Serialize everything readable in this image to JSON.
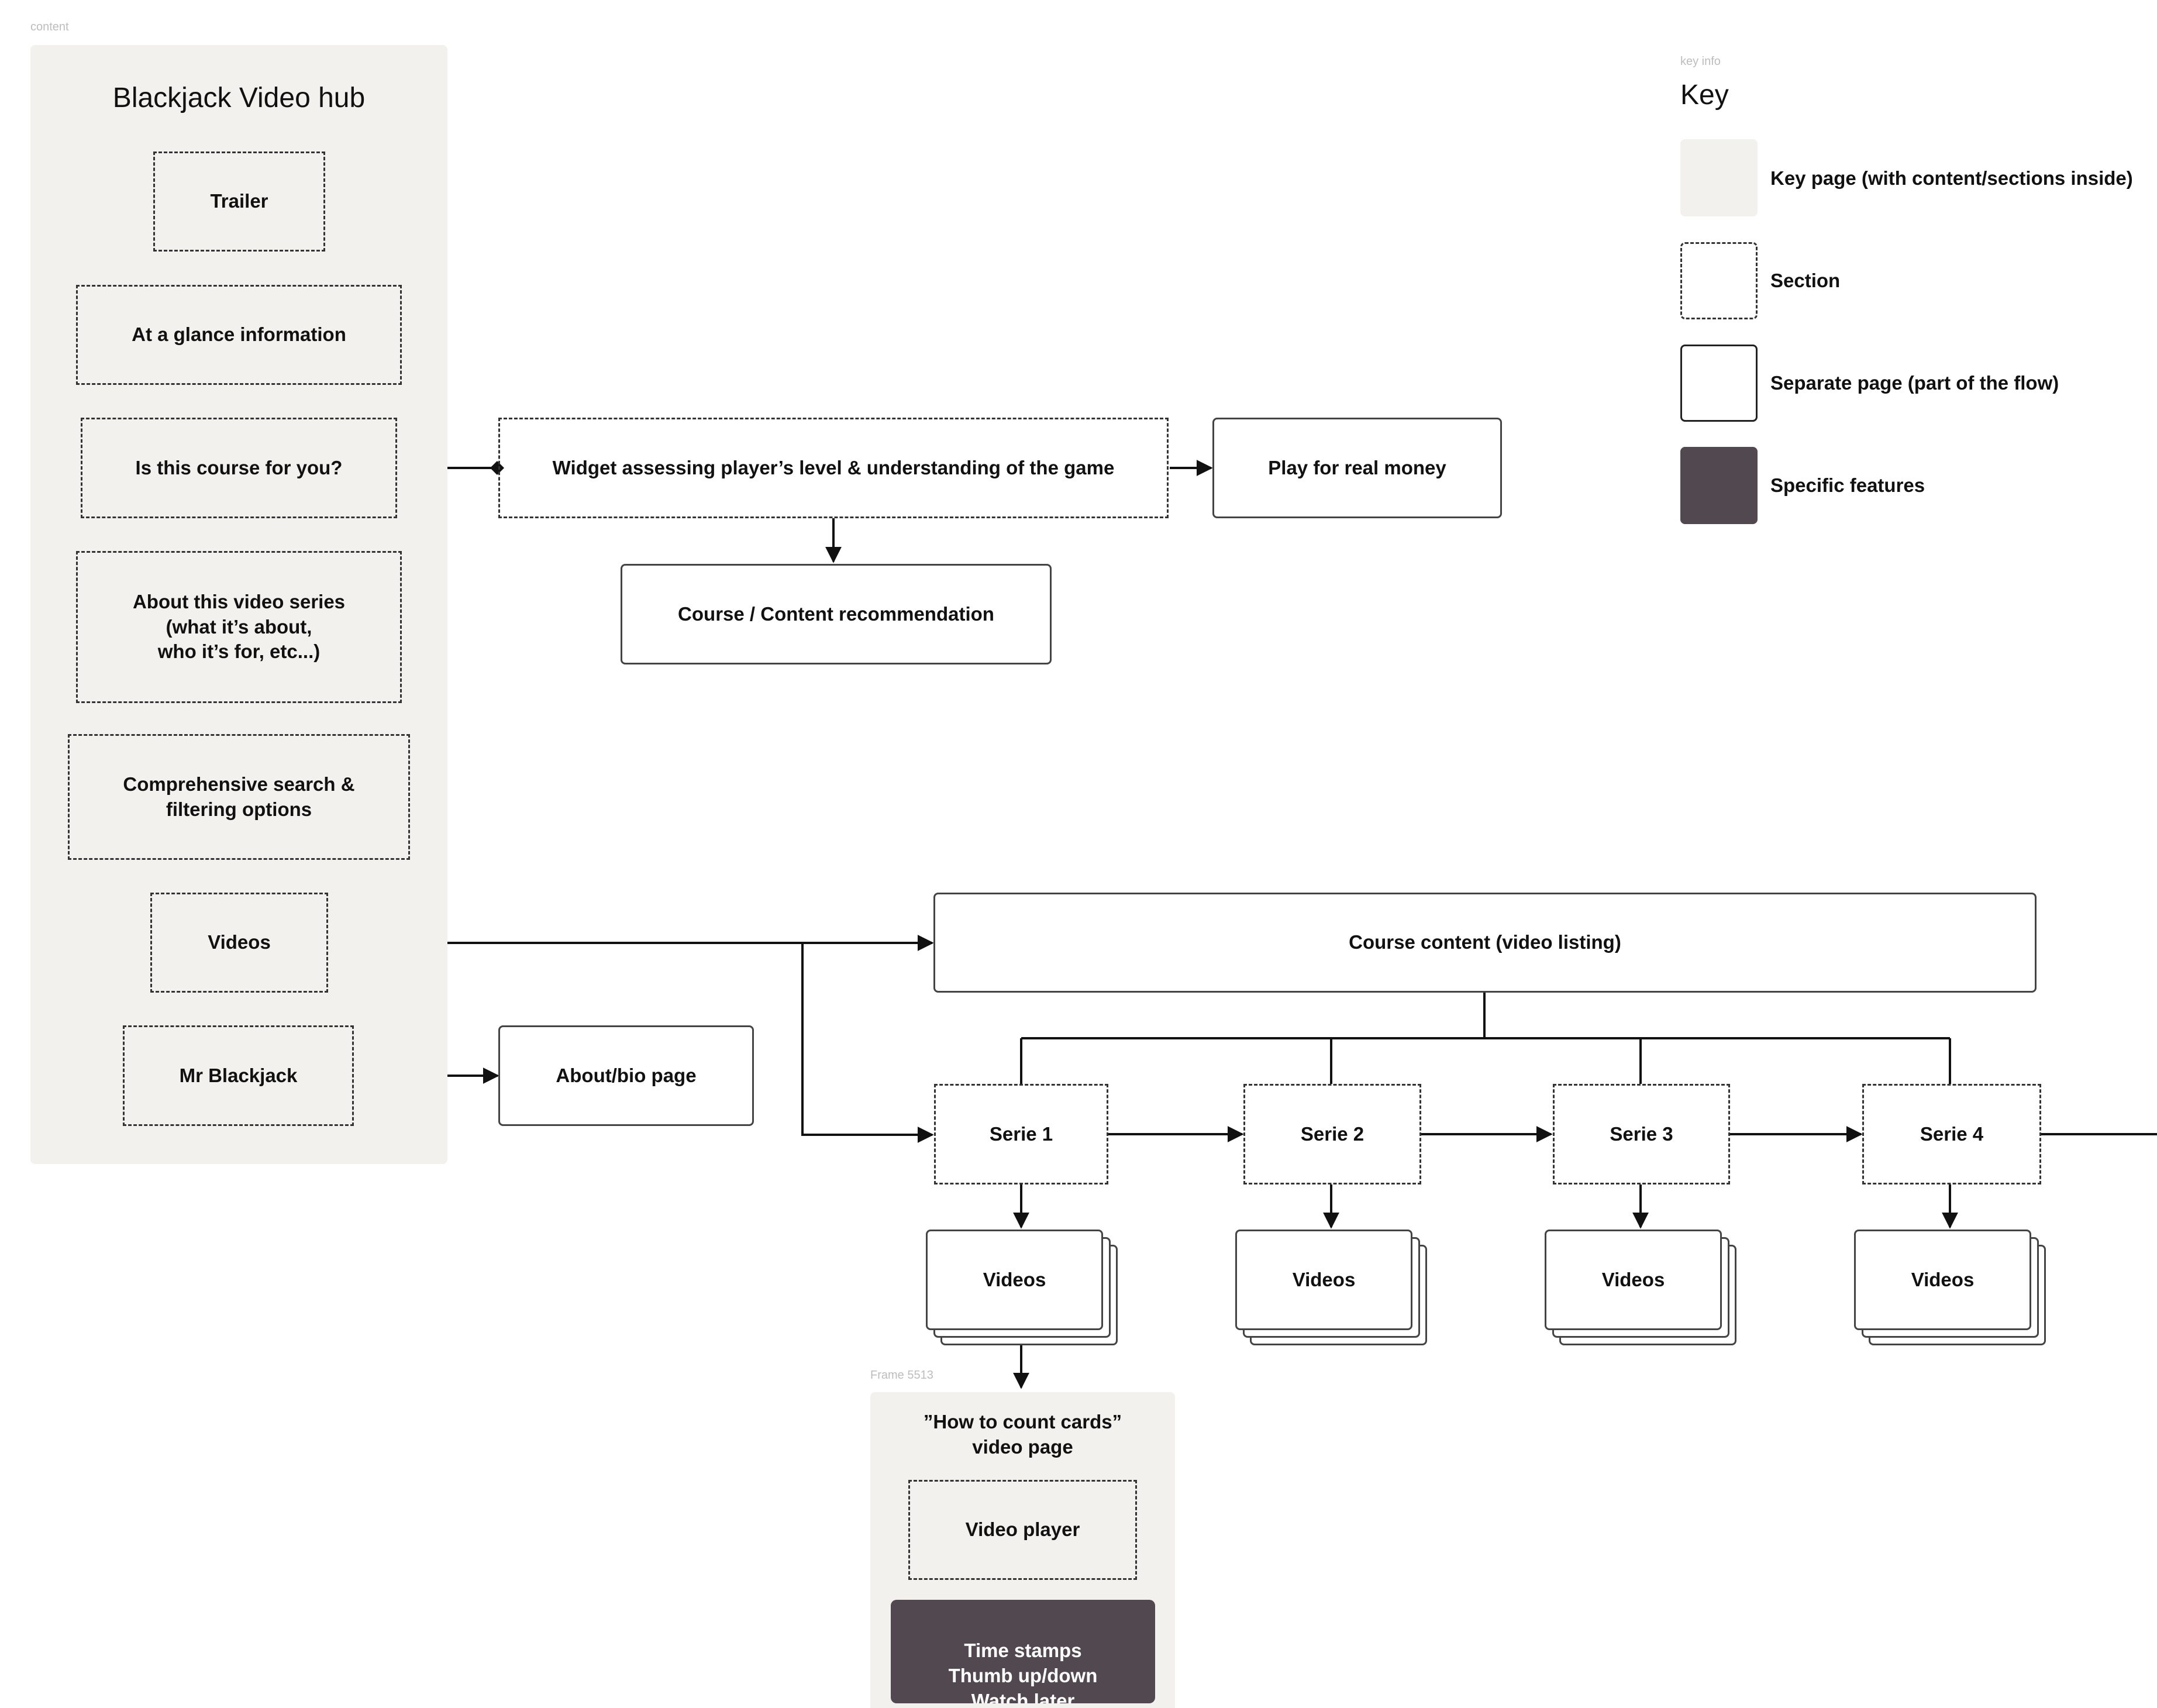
{
  "frames": {
    "content_label": "content",
    "key_label": "key info",
    "video_frame_label": "Frame 5513"
  },
  "hub": {
    "title": "Blackjack Video hub",
    "sections": {
      "trailer": "Trailer",
      "glance": "At a glance information",
      "course_for_you": "Is this course for you?",
      "about_series": "About this video series\n(what it’s about,\nwho it’s for, etc...)",
      "search": "Comprehensive search &\nfiltering options",
      "videos": "Videos",
      "mr_blackjack": "Mr Blackjack"
    }
  },
  "flow": {
    "widget": "Widget assessing player’s level & understanding of the game",
    "play_real_money": "Play for real money",
    "recommendation": "Course / Content recommendation",
    "about_bio": "About/bio page",
    "course_content": "Course content (video listing)",
    "series": [
      "Serie 1",
      "Serie 2",
      "Serie 3",
      "Serie 4"
    ],
    "series_videos": [
      "Videos",
      "Videos",
      "Videos",
      "Videos"
    ]
  },
  "video_page": {
    "title": "”How to count cards”\nvideo page",
    "player": "Video player",
    "features": "Time stamps\nThumb up/down\nWatch later"
  },
  "key": {
    "title": "Key",
    "items": [
      {
        "label": "Key page (with content/sections inside)",
        "swatch": "key-page"
      },
      {
        "label": "Section",
        "swatch": "section"
      },
      {
        "label": "Separate page (part of the flow)",
        "swatch": "separate-page"
      },
      {
        "label": "Specific features",
        "swatch": "feature"
      }
    ]
  },
  "colors": {
    "frame_bg": "#f2f1ee",
    "feature_bg": "#524850",
    "line": "#111111"
  }
}
